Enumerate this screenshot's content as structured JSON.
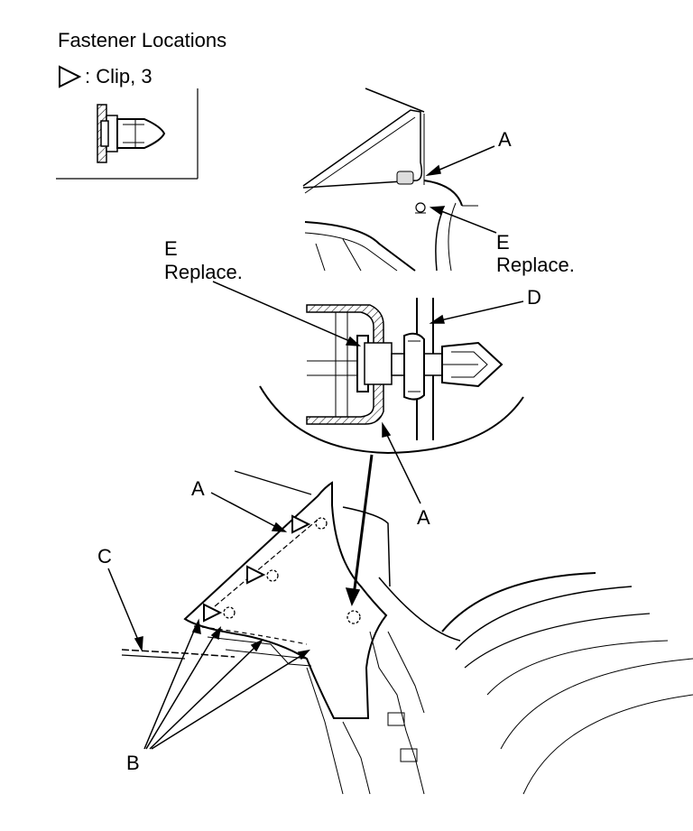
{
  "header": {
    "title": "Fastener Locations",
    "legend_text": ": Clip, 3"
  },
  "labels": {
    "a_top": "A",
    "e_right_letter": "E",
    "e_right_note": "Replace.",
    "e_left_letter": "E",
    "e_left_note": "Replace.",
    "d": "D",
    "a_detail": "A",
    "a_left": "A",
    "c": "C",
    "b": "B"
  },
  "icons": {
    "legend": "triangle-clip-icon",
    "clip_marker": "triangle-clip-icon"
  }
}
